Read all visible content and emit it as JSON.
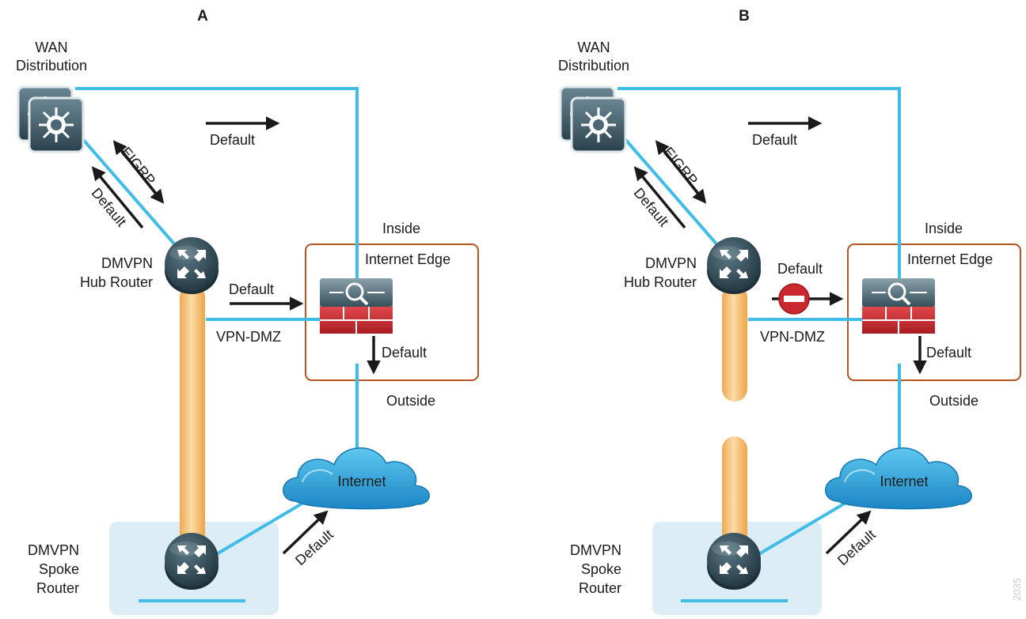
{
  "panels": [
    {
      "title": "A",
      "wan_distribution": [
        "WAN",
        "Distribution"
      ],
      "hub_router": [
        "DMVPN",
        "Hub Router"
      ],
      "spoke_router": [
        "DMVPN",
        "Spoke",
        "Router"
      ],
      "eigrp": "EIGRP",
      "default_wan_upper": "Default",
      "default_wan_lower": "Default",
      "default_hub": "Default",
      "default_outside": "Default",
      "default_spoke": "Default",
      "inside": "Inside",
      "outside": "Outside",
      "internet_edge": "Internet Edge",
      "vpn_dmz": "VPN-DMZ",
      "internet": "Internet",
      "default_blocked": false
    },
    {
      "title": "B",
      "wan_distribution": [
        "WAN",
        "Distribution"
      ],
      "hub_router": [
        "DMVPN",
        "Hub Router"
      ],
      "spoke_router": [
        "DMVPN",
        "Spoke",
        "Router"
      ],
      "eigrp": "EIGRP",
      "default_wan_upper": "Default",
      "default_wan_lower": "Default",
      "default_hub": "Default",
      "default_outside": "Default",
      "default_spoke": "Default",
      "inside": "Inside",
      "outside": "Outside",
      "internet_edge": "Internet Edge",
      "vpn_dmz": "VPN-DMZ",
      "internet": "Internet",
      "default_blocked": true
    }
  ],
  "figure_number": "2035",
  "colors": {
    "link": "#3fbde8",
    "tunnel": "#f2b867",
    "edge_box": "#b4541f",
    "spoke_box": "#dcedf6",
    "firewall_red": "#c8282e",
    "router_dark": "#2f4550"
  }
}
